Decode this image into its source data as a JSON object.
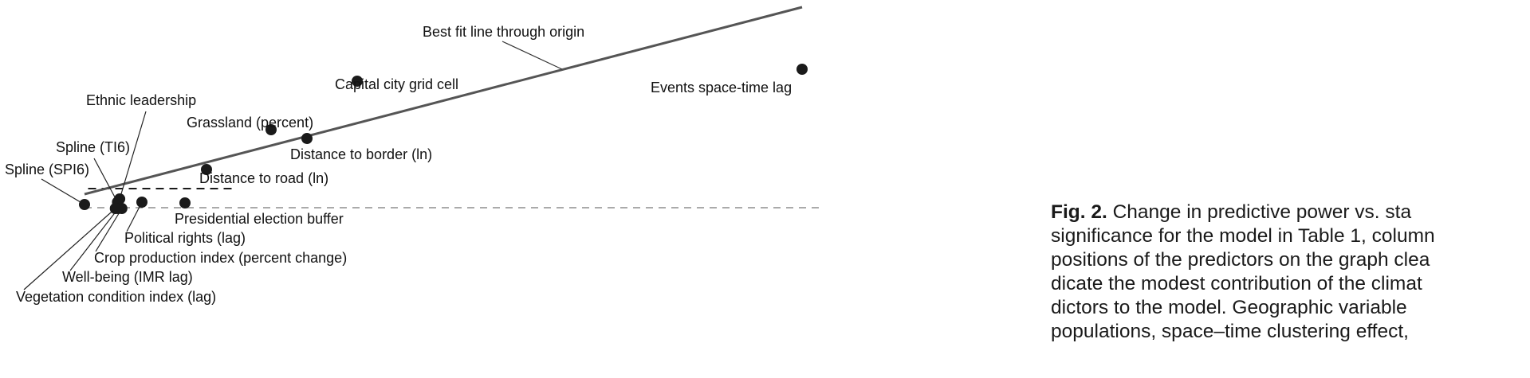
{
  "chart_data": {
    "type": "scatter",
    "title": "",
    "xlabel": "",
    "ylabel": "",
    "fit_line": {
      "label": "Best fit line through origin",
      "slope": 0.236
    },
    "baseline_dashed": {
      "y": 0
    },
    "threshold_dashed": {
      "y": 0.024,
      "x_range": [
        0.005,
        0.21
      ]
    },
    "points": [
      {
        "label": "Events space-time lag",
        "x": 1.0,
        "y": 0.174
      },
      {
        "label": "Capital city grid cell",
        "x": 0.38,
        "y": 0.159
      },
      {
        "label": "Grassland (percent)",
        "x": 0.26,
        "y": 0.098
      },
      {
        "label": "Distance to border (ln)",
        "x": 0.31,
        "y": 0.087
      },
      {
        "label": "Distance to road (ln)",
        "x": 0.17,
        "y": 0.048
      },
      {
        "label": "Ethnic leadership",
        "x": 0.049,
        "y": 0.011
      },
      {
        "label": "Spline (TI6)",
        "x": 0.046,
        "y": 0.007
      },
      {
        "label": "Spline (SPI6)",
        "x": 0.0,
        "y": 0.004
      },
      {
        "label": "Presidential election buffer",
        "x": 0.14,
        "y": 0.006
      },
      {
        "label": "Political rights (lag)",
        "x": 0.08,
        "y": 0.007
      },
      {
        "label": "Crop production index (percent change)",
        "x": 0.052,
        "y": -0.001
      },
      {
        "label": "Well-being (IMR lag)",
        "x": 0.047,
        "y": -0.001
      },
      {
        "label": "Vegetation condition index (lag)",
        "x": 0.043,
        "y": -0.001
      }
    ]
  },
  "caption": {
    "fig_label": "Fig. 2.",
    "lines": [
      " Change in predictive power vs. sta",
      "significance for the model in Table 1, column",
      "positions of the predictors on the graph clea",
      "dicate the modest contribution of the climat",
      "dictors to the model. Geographic variable",
      "populations, space–time clustering effect,"
    ]
  },
  "colors": {
    "points": "#1a1a1a",
    "fit_line": "#555555",
    "baseline": "#aaaaaa",
    "threshold": "#1a1a1a"
  }
}
